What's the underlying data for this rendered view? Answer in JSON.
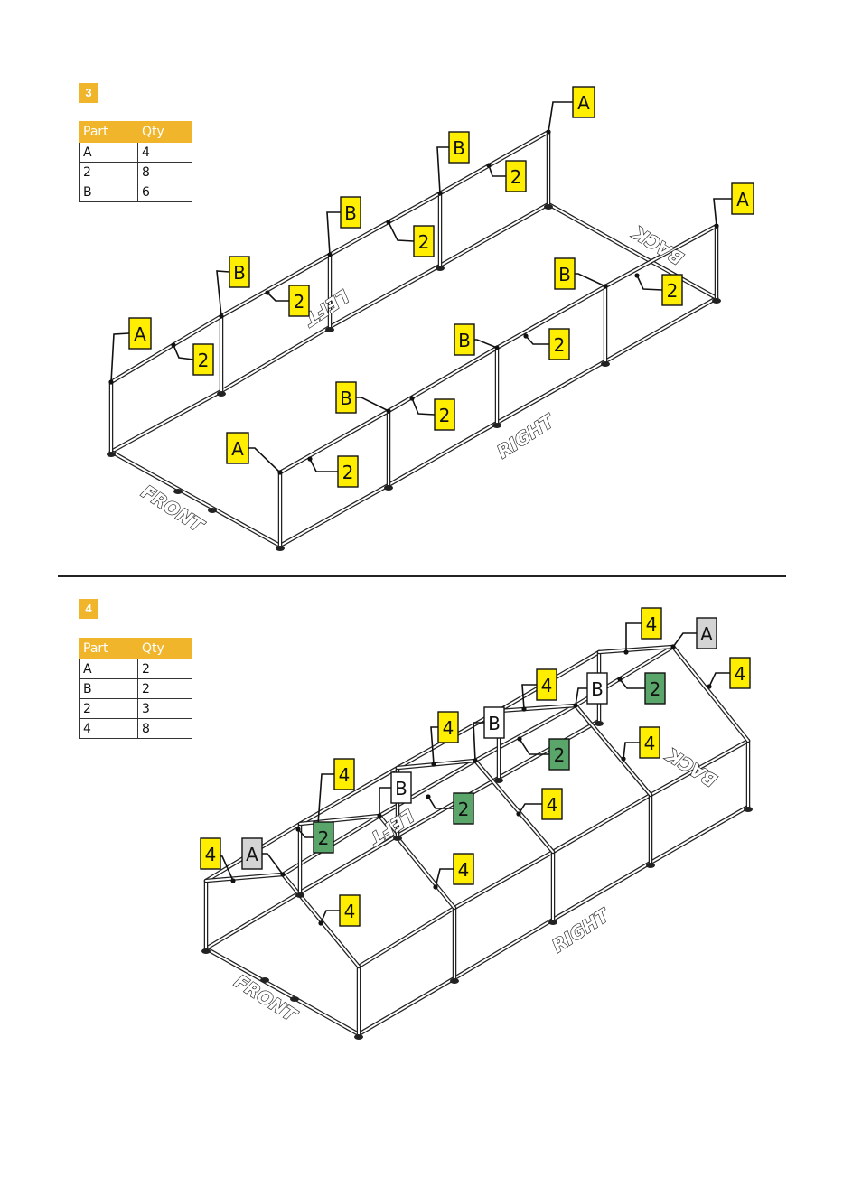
{
  "steps": [
    {
      "number": "3",
      "table": {
        "headers": [
          "Part",
          "Qty"
        ],
        "rows": [
          [
            "A",
            "4"
          ],
          [
            "2",
            "8"
          ],
          [
            "B",
            "6"
          ]
        ]
      },
      "side_labels": {
        "front": "FRONT",
        "left": "LEFT",
        "right": "RIGHT",
        "back": "BACK"
      },
      "callouts": [
        "A",
        "B",
        "B",
        "B",
        "A",
        "A",
        "B",
        "B",
        "B",
        "A",
        "2",
        "2",
        "2",
        "2",
        "2",
        "2",
        "2",
        "2"
      ]
    },
    {
      "number": "4",
      "table": {
        "headers": [
          "Part",
          "Qty"
        ],
        "rows": [
          [
            "A",
            "2"
          ],
          [
            "B",
            "2"
          ],
          [
            "2",
            "3"
          ],
          [
            "4",
            "8"
          ]
        ]
      },
      "side_labels": {
        "front": "FRONT",
        "left": "LEFT",
        "right": "RIGHT",
        "back": "BACK"
      },
      "callouts": [
        "4",
        "A",
        "4",
        "B",
        "4",
        "B",
        "4",
        "B",
        "4",
        "A",
        "4",
        "2",
        "2",
        "2",
        "2",
        "4",
        "4",
        "4",
        "4",
        "4"
      ]
    }
  ],
  "colors": {
    "badge": "#f0b52a",
    "callout_yellow": "#ffee00",
    "callout_green": "#5aa66a",
    "callout_grey": "#d4d4d4",
    "callout_white": "#ffffff"
  }
}
